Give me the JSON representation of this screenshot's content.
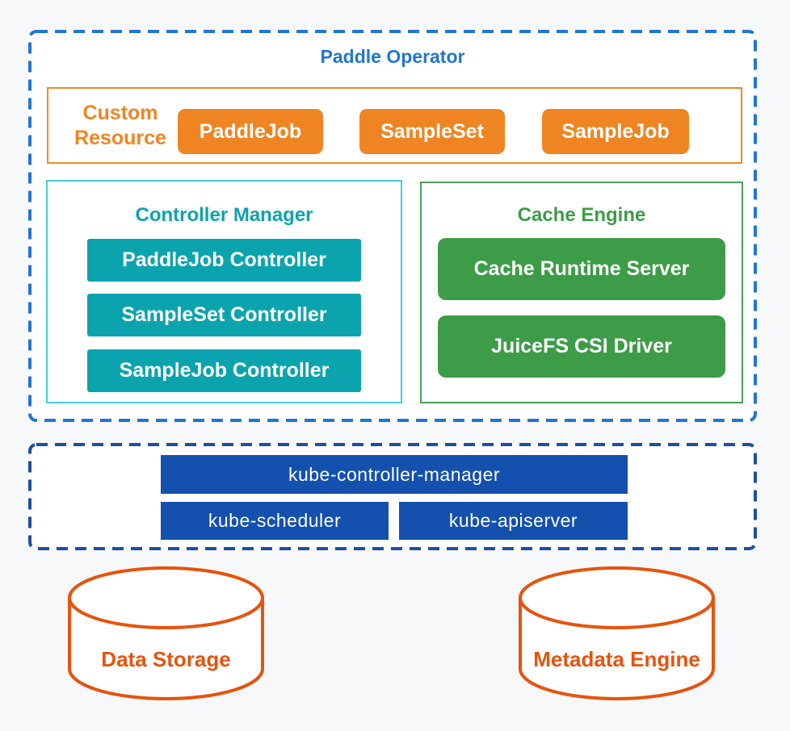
{
  "background_color": "#f7f8f9",
  "paddle_operator": {
    "title": "Paddle Operator",
    "title_color": "#2176d2",
    "border_color": "#2176d2",
    "custom_resource": {
      "label": "Custom Resource",
      "color": "#ef8522",
      "items": [
        "PaddleJob",
        "SampleSet",
        "SampleJob"
      ]
    },
    "controller_manager": {
      "title": "Controller Manager",
      "fill_color": "#0ba4ae",
      "border_color": "#45cbda",
      "items": [
        "PaddleJob Controller",
        "SampleSet Controller",
        "SampleJob Controller"
      ]
    },
    "cache_engine": {
      "title": "Cache Engine",
      "fill_color": "#3d9c48",
      "border_color": "#49a157",
      "items": [
        "Cache Runtime Server",
        "JuiceFS CSI Driver"
      ]
    }
  },
  "kubernetes": {
    "border_color": "#1b4fa1",
    "fill_color": "#1450ae",
    "items": [
      "kube-controller-manager",
      "kube-scheduler",
      "kube-apiserver"
    ]
  },
  "storage": {
    "color": "#e5540e",
    "items": [
      "Data Storage",
      "Metadata Engine"
    ]
  }
}
